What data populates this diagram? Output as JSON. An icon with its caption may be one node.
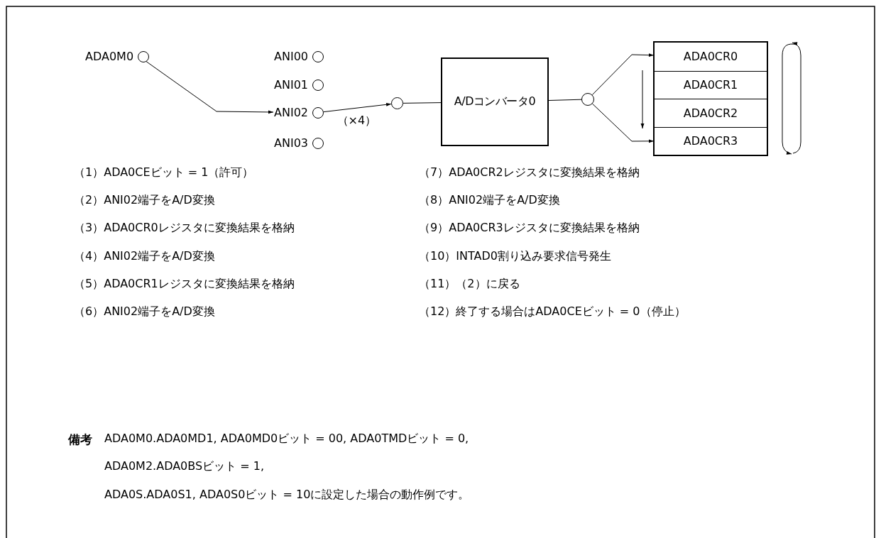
{
  "diagram": {
    "nodes": [
      {
        "text": [
          "ADA0M0"
        ]
      },
      {
        "text": [
          "ANI00"
        ]
      },
      {
        "text": [
          "ANI01"
        ]
      },
      {
        "text": [
          "ANI02"
        ]
      },
      {
        "text": [
          "ANI03"
        ]
      },
      {
        "text": [],
        "shape": "circle"
      },
      {
        "text": [
          "A/Dコンバータ0"
        ]
      },
      {
        "text": [],
        "shape": "circle"
      },
      {
        "text": [],
        "shape": "box"
      },
      {
        "text": [
          "ADA0CR0"
        ],
        "in": 8
      },
      {
        "text": [
          "ADA0CR1"
        ],
        "in": 8
      },
      {
        "text": [
          "ADA0CR2"
        ],
        "in": 8
      },
      {
        "text": [
          "ADA0CR3"
        ],
        "in": 8
      }
    ],
    "edges": [
      {
        "from": 0,
        "to": 3,
        "arrow": "to"
      },
      {
        "from": 3,
        "to": 5,
        "arrow": "to",
        "label": "（×4）"
      },
      {
        "from": 5,
        "to": 6,
        "arrow": "none"
      },
      {
        "from": 6,
        "to": 7,
        "arrow": "none"
      },
      {
        "from": 7,
        "to": 9,
        "arrow": "to"
      },
      {
        "from": 7,
        "to": 12,
        "arrow": "to"
      }
    ],
    "labels": [
      "（1）ADA0CEビット = 1（許可）",
      "（7）ADA0CR2レジスタに変換結果を格納",
      "（2）ANI02端子をA/D変換",
      "（8）ANI02端子をA/D変換",
      "（3）ADA0CR0レジスタに変換結果を格納",
      "（9）ADA0CR3レジスタに変換結果を格納",
      "（4）ANI02端子をA/D変換",
      "（10）INTAD0割り込み要求信号発生",
      "（5）ADA0CR1レジスタに変換結果を格納",
      "（11）（2）に戻る",
      "（6）ANI02端子をA/D変換",
      "（12）終了する場合はADA0CEビット = 0（停止）",
      "備考",
      "ADA0M0.ADA0MD1, ADA0MD0ビット = 00, ADA0TMDビット = 0,",
      "ADA0M2.ADA0BSビット = 1,",
      "ADA0S.ADA0S1, ADA0S0ビット = 10に設定した場合の動作例です。"
    ]
  }
}
